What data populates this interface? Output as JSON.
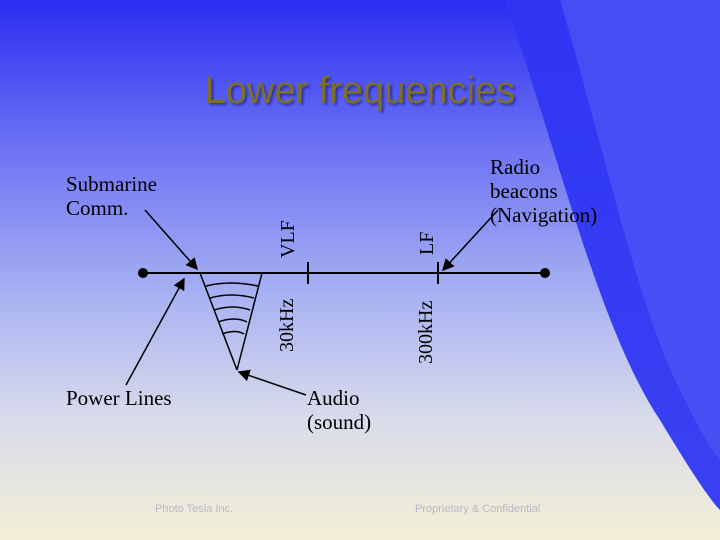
{
  "title": "Lower frequencies",
  "labels": {
    "submarine_line1": "Submarine",
    "submarine_line2": "Comm.",
    "power_lines": "Power Lines",
    "audio_line1": "Audio",
    "audio_line2": "(sound)",
    "radio_line1": "Radio",
    "radio_line2": "beacons",
    "radio_line3": "(Navigation)"
  },
  "bands": {
    "vlf": "VLF",
    "lf": "LF"
  },
  "ticks": {
    "t30": "30kHz",
    "t300": "300kHz"
  },
  "footer": {
    "left": "Photo Tesla Inc.",
    "right": "Proprietary & Confidential"
  },
  "colors": {
    "title": "#7d6f2a",
    "swoosh": "#2f36f2",
    "text": "#000000"
  }
}
